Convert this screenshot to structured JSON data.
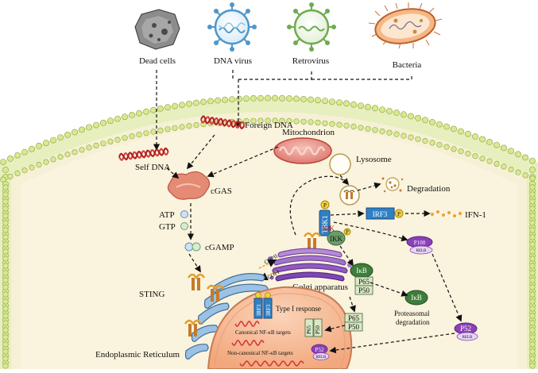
{
  "sources": {
    "dead_cells": "Dead cells",
    "dna_virus": "DNA virus",
    "retrovirus": "Retrovirus",
    "bacteria": "Bacteria"
  },
  "labels": {
    "foreign_dna": "Foreign DNA",
    "mitochondrion": "Mitochondrion",
    "self_dna": "Self DNA",
    "cgas": "cGAS",
    "lysosome": "Lysosome",
    "degradation": "Degradation",
    "atp": "ATP",
    "gtp": "GTP",
    "cgamp": "cGAMP",
    "irf3": "IRF3",
    "ifn1": "IFN-1",
    "tbk1": "TBK1",
    "nik": "NIK",
    "ikk": "IKK",
    "p": "P",
    "p100": "P100",
    "relb": "RELB",
    "copii": "COPII",
    "copi": "COPI",
    "sting": "STING",
    "golgi": "Golgi apparatus",
    "ikb": "IκB",
    "p65": "P65",
    "p50": "P50",
    "proteasomal": "Proteasomal",
    "degradation2": "degradation",
    "type1": "Type I response",
    "canonical": "Canonical NF-κB targets",
    "noncanonical": "Non-canonical NF-κB targets",
    "p52": "P52",
    "er": "Endoplasmic Reticulum"
  },
  "colors": {
    "membrane_head": "#d7ea8d",
    "cytoplasm": "#faf3dd",
    "nucleus": "#f6b48e",
    "dna": "#d63a3a",
    "cgas": "#e58a74",
    "mito": "#e98f86",
    "irf3": "#2f80c6",
    "phospho": "#f3d03a",
    "ikb": "#3e7d3b",
    "nfkb": "#dbe8c6",
    "relb": "#8b40b9",
    "golgi": "#8f5bc3",
    "er": "#7aa7d0",
    "sting": "#c57a2b"
  }
}
